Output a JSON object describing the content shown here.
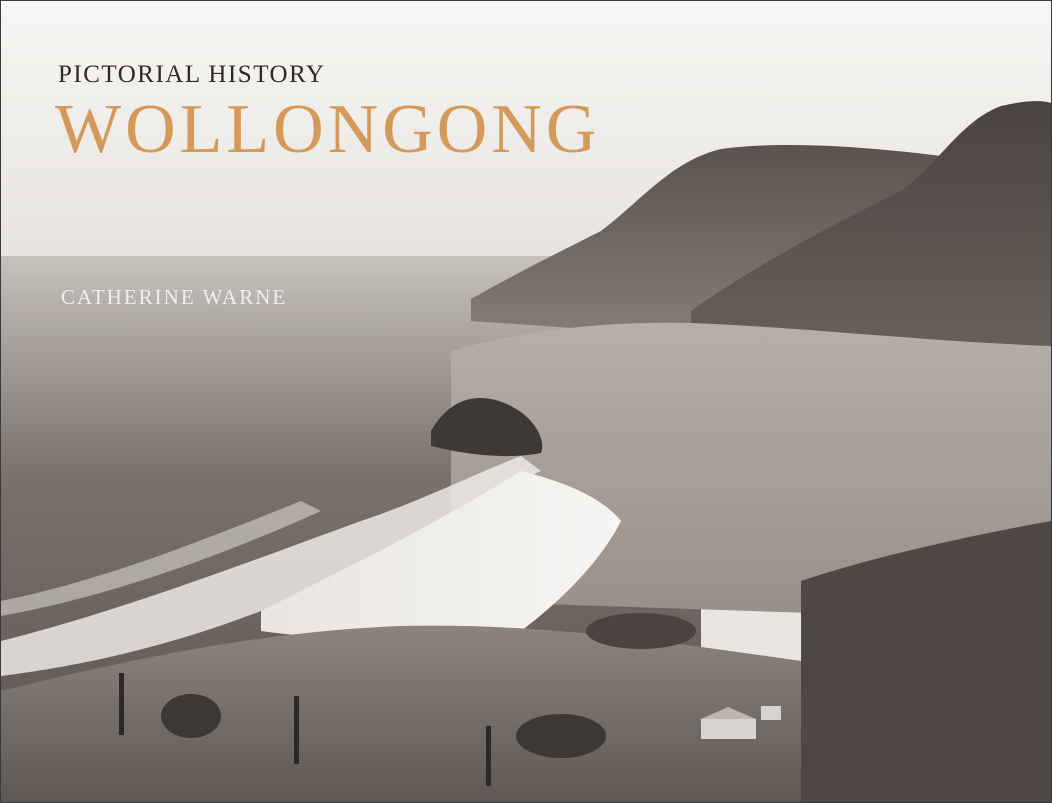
{
  "cover": {
    "series_title": "PICTORIAL HISTORY",
    "title": "WOLLONGONG",
    "author": "CATHERINE WARNE"
  },
  "colors": {
    "title_accent": "#d49a59",
    "series_text": "#2f2a26",
    "author_text": "#f2efea",
    "photo_tone": "sepia-grayscale"
  }
}
